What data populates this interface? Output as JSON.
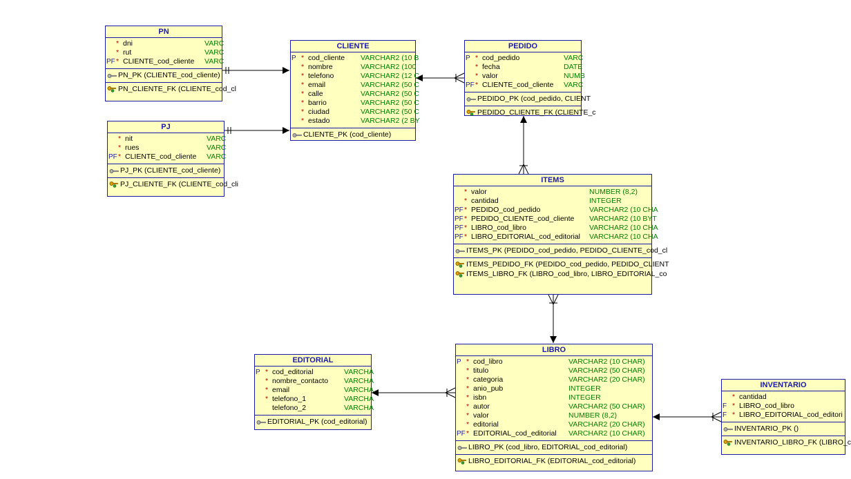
{
  "entities": {
    "pn": {
      "title": "PN",
      "attrs": [
        {
          "pk": "",
          "req": "*",
          "name": "dni",
          "type": "VARC"
        },
        {
          "pk": "",
          "req": "*",
          "name": "rut",
          "type": "VARC"
        },
        {
          "pk": "PF",
          "req": "*",
          "name": "CLIENTE_cod_cliente",
          "type": "VARC"
        }
      ],
      "pk": "PN_PK (CLIENTE_cod_cliente)",
      "fks": [
        "PN_CLIENTE_FK (CLIENTE_cod_cl"
      ]
    },
    "pj": {
      "title": "PJ",
      "attrs": [
        {
          "pk": "",
          "req": "*",
          "name": "nit",
          "type": "VARC"
        },
        {
          "pk": "",
          "req": "*",
          "name": "rues",
          "type": "VARC"
        },
        {
          "pk": "PF",
          "req": "*",
          "name": "CLIENTE_cod_cliente",
          "type": "VARC"
        }
      ],
      "pk": "PJ_PK (CLIENTE_cod_cliente)",
      "fks": [
        "PJ_CLIENTE_FK (CLIENTE_cod_cli"
      ]
    },
    "cliente": {
      "title": "CLIENTE",
      "attrs": [
        {
          "pk": "P",
          "req": "*",
          "name": "cod_cliente",
          "type": "VARCHAR2 (10 B"
        },
        {
          "pk": "",
          "req": "*",
          "name": "nombre",
          "type": "VARCHAR2 (100"
        },
        {
          "pk": "",
          "req": "*",
          "name": "telefono",
          "type": "VARCHAR2 (12 C"
        },
        {
          "pk": "",
          "req": "*",
          "name": "email",
          "type": "VARCHAR2 (50 C"
        },
        {
          "pk": "",
          "req": "*",
          "name": "calle",
          "type": "VARCHAR2 (50 C"
        },
        {
          "pk": "",
          "req": "*",
          "name": "barrio",
          "type": "VARCHAR2 (50 C"
        },
        {
          "pk": "",
          "req": "*",
          "name": "ciudad",
          "type": "VARCHAR2 (50 C"
        },
        {
          "pk": "",
          "req": "*",
          "name": "estado",
          "type": "VARCHAR2 (2 BY"
        }
      ],
      "pk": "CLIENTE_PK (cod_cliente)",
      "fks": []
    },
    "pedido": {
      "title": "PEDIDO",
      "attrs": [
        {
          "pk": "P",
          "req": "*",
          "name": "cod_pedido",
          "type": "VARC"
        },
        {
          "pk": "",
          "req": "*",
          "name": "fecha",
          "type": "DATE"
        },
        {
          "pk": "",
          "req": "*",
          "name": "valor",
          "type": "NUMB"
        },
        {
          "pk": "PF",
          "req": "*",
          "name": "CLIENTE_cod_cliente",
          "type": "VARC"
        }
      ],
      "pk": "PEDIDO_PK (cod_pedido, CLIENT",
      "fks": [
        "PEDIDO_CLIENTE_FK (CLIENTE_c"
      ]
    },
    "items": {
      "title": "ITEMS",
      "attrs": [
        {
          "pk": "",
          "req": "*",
          "name": "valor",
          "type": "NUMBER (8,2)"
        },
        {
          "pk": "",
          "req": "*",
          "name": "cantidad",
          "type": "INTEGER"
        },
        {
          "pk": "PF",
          "req": "*",
          "name": "PEDIDO_cod_pedido",
          "type": "VARCHAR2 (10 CHA"
        },
        {
          "pk": "PF",
          "req": "*",
          "name": "PEDIDO_CLIENTE_cod_cliente",
          "type": "VARCHAR2 (10 BYT"
        },
        {
          "pk": "PF",
          "req": "*",
          "name": "LIBRO_cod_libro",
          "type": "VARCHAR2 (10 CHA"
        },
        {
          "pk": "PF",
          "req": "*",
          "name": "LIBRO_EDITORIAL_cod_editorial",
          "type": "VARCHAR2 (10 CHA"
        }
      ],
      "pk": "ITEMS_PK (PEDIDO_cod_pedido, PEDIDO_CLIENTE_cod_cl",
      "fks": [
        "ITEMS_PEDIDO_FK (PEDIDO_cod_pedido, PEDIDO_CLIENT",
        "ITEMS_LIBRO_FK (LIBRO_cod_libro, LIBRO_EDITORIAL_co"
      ]
    },
    "editorial": {
      "title": "EDITORIAL",
      "attrs": [
        {
          "pk": "P",
          "req": "*",
          "name": "cod_editorial",
          "type": "VARCHA"
        },
        {
          "pk": "",
          "req": "*",
          "name": "nombre_contacto",
          "type": "VARCHA"
        },
        {
          "pk": "",
          "req": "*",
          "name": "email",
          "type": "VARCHA"
        },
        {
          "pk": "",
          "req": "*",
          "name": "telefono_1",
          "type": "VARCHA"
        },
        {
          "pk": "",
          "req": "",
          "name": "telefono_2",
          "type": "VARCHA"
        }
      ],
      "pk": "EDITORIAL_PK (cod_editorial)",
      "fks": []
    },
    "libro": {
      "title": "LIBRO",
      "attrs": [
        {
          "pk": "P",
          "req": "*",
          "name": "cod_libro",
          "type": "VARCHAR2 (10 CHAR)"
        },
        {
          "pk": "",
          "req": "*",
          "name": "titulo",
          "type": "VARCHAR2 (50 CHAR)"
        },
        {
          "pk": "",
          "req": "*",
          "name": "categoria",
          "type": "VARCHAR2 (20 CHAR)"
        },
        {
          "pk": "",
          "req": "*",
          "name": "anio_pub",
          "type": "INTEGER"
        },
        {
          "pk": "",
          "req": "*",
          "name": "isbn",
          "type": "INTEGER"
        },
        {
          "pk": "",
          "req": "*",
          "name": "autor",
          "type": "VARCHAR2 (50 CHAR)"
        },
        {
          "pk": "",
          "req": "*",
          "name": "valor",
          "type": "NUMBER (8,2)"
        },
        {
          "pk": "",
          "req": "*",
          "name": "editorial",
          "type": "VARCHAR2 (20 CHAR)"
        },
        {
          "pk": "PF",
          "req": "*",
          "name": "EDITORIAL_cod_editorial",
          "type": "VARCHAR2 (10 CHAR)"
        }
      ],
      "pk": "LIBRO_PK (cod_libro, EDITORIAL_cod_editorial)",
      "fks": [
        "LIBRO_EDITORIAL_FK (EDITORIAL_cod_editorial)"
      ]
    },
    "inventario": {
      "title": "INVENTARIO",
      "attrs": [
        {
          "pk": "",
          "req": "*",
          "name": "cantidad",
          "type": ""
        },
        {
          "pk": "F",
          "req": "*",
          "name": "LIBRO_cod_libro",
          "type": ""
        },
        {
          "pk": "F",
          "req": "*",
          "name": "LIBRO_EDITORIAL_cod_editori",
          "type": ""
        }
      ],
      "pk": "INVENTARIO_PK ()",
      "fks": [
        "INVENTARIO_LIBRO_FK (LIBRO_c"
      ]
    }
  },
  "colors": {
    "entity_fill": "#ffffc0",
    "entity_border": "#1a1aa8",
    "title_text": "#1a1aa8",
    "type_text": "#008000",
    "required_star": "#c00000"
  }
}
